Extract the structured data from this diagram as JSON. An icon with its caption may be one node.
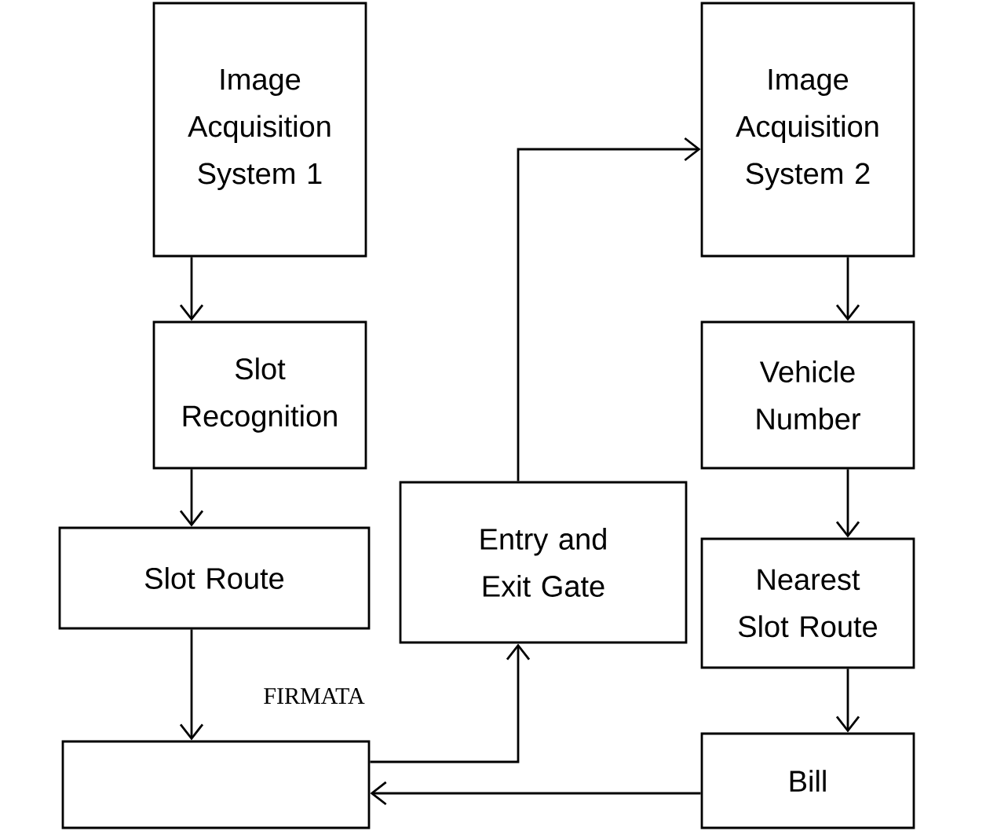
{
  "diagram": {
    "nodes": [
      {
        "text": [
          "Image Acquisition System 1"
        ]
      },
      {
        "text": [
          "Slot Recognition"
        ]
      },
      {
        "text": [
          "Slot Route"
        ]
      },
      {
        "text": [],
        "shape": "box"
      },
      {
        "text": [
          "Entry and Exit Gate"
        ]
      },
      {
        "text": [
          "Image Acquisition System 2"
        ]
      },
      {
        "text": [
          "Vehicle Number"
        ]
      },
      {
        "text": [
          "Nearest Slot Route"
        ]
      },
      {
        "text": [
          "Bill"
        ]
      }
    ],
    "edges": [
      {
        "from": 0,
        "to": 1,
        "arrow": "to"
      },
      {
        "from": 1,
        "to": 2,
        "arrow": "to"
      },
      {
        "from": 2,
        "to": 3,
        "arrow": "to",
        "label": "FIRMATA"
      },
      {
        "from": 3,
        "to": 4,
        "arrow": "to"
      },
      {
        "from": 4,
        "to": 5,
        "arrow": "to"
      },
      {
        "from": 5,
        "to": 6,
        "arrow": "to"
      },
      {
        "from": 6,
        "to": 7,
        "arrow": "to"
      },
      {
        "from": 7,
        "to": 8,
        "arrow": "to"
      },
      {
        "from": 8,
        "to": 3,
        "arrow": "to"
      }
    ]
  }
}
